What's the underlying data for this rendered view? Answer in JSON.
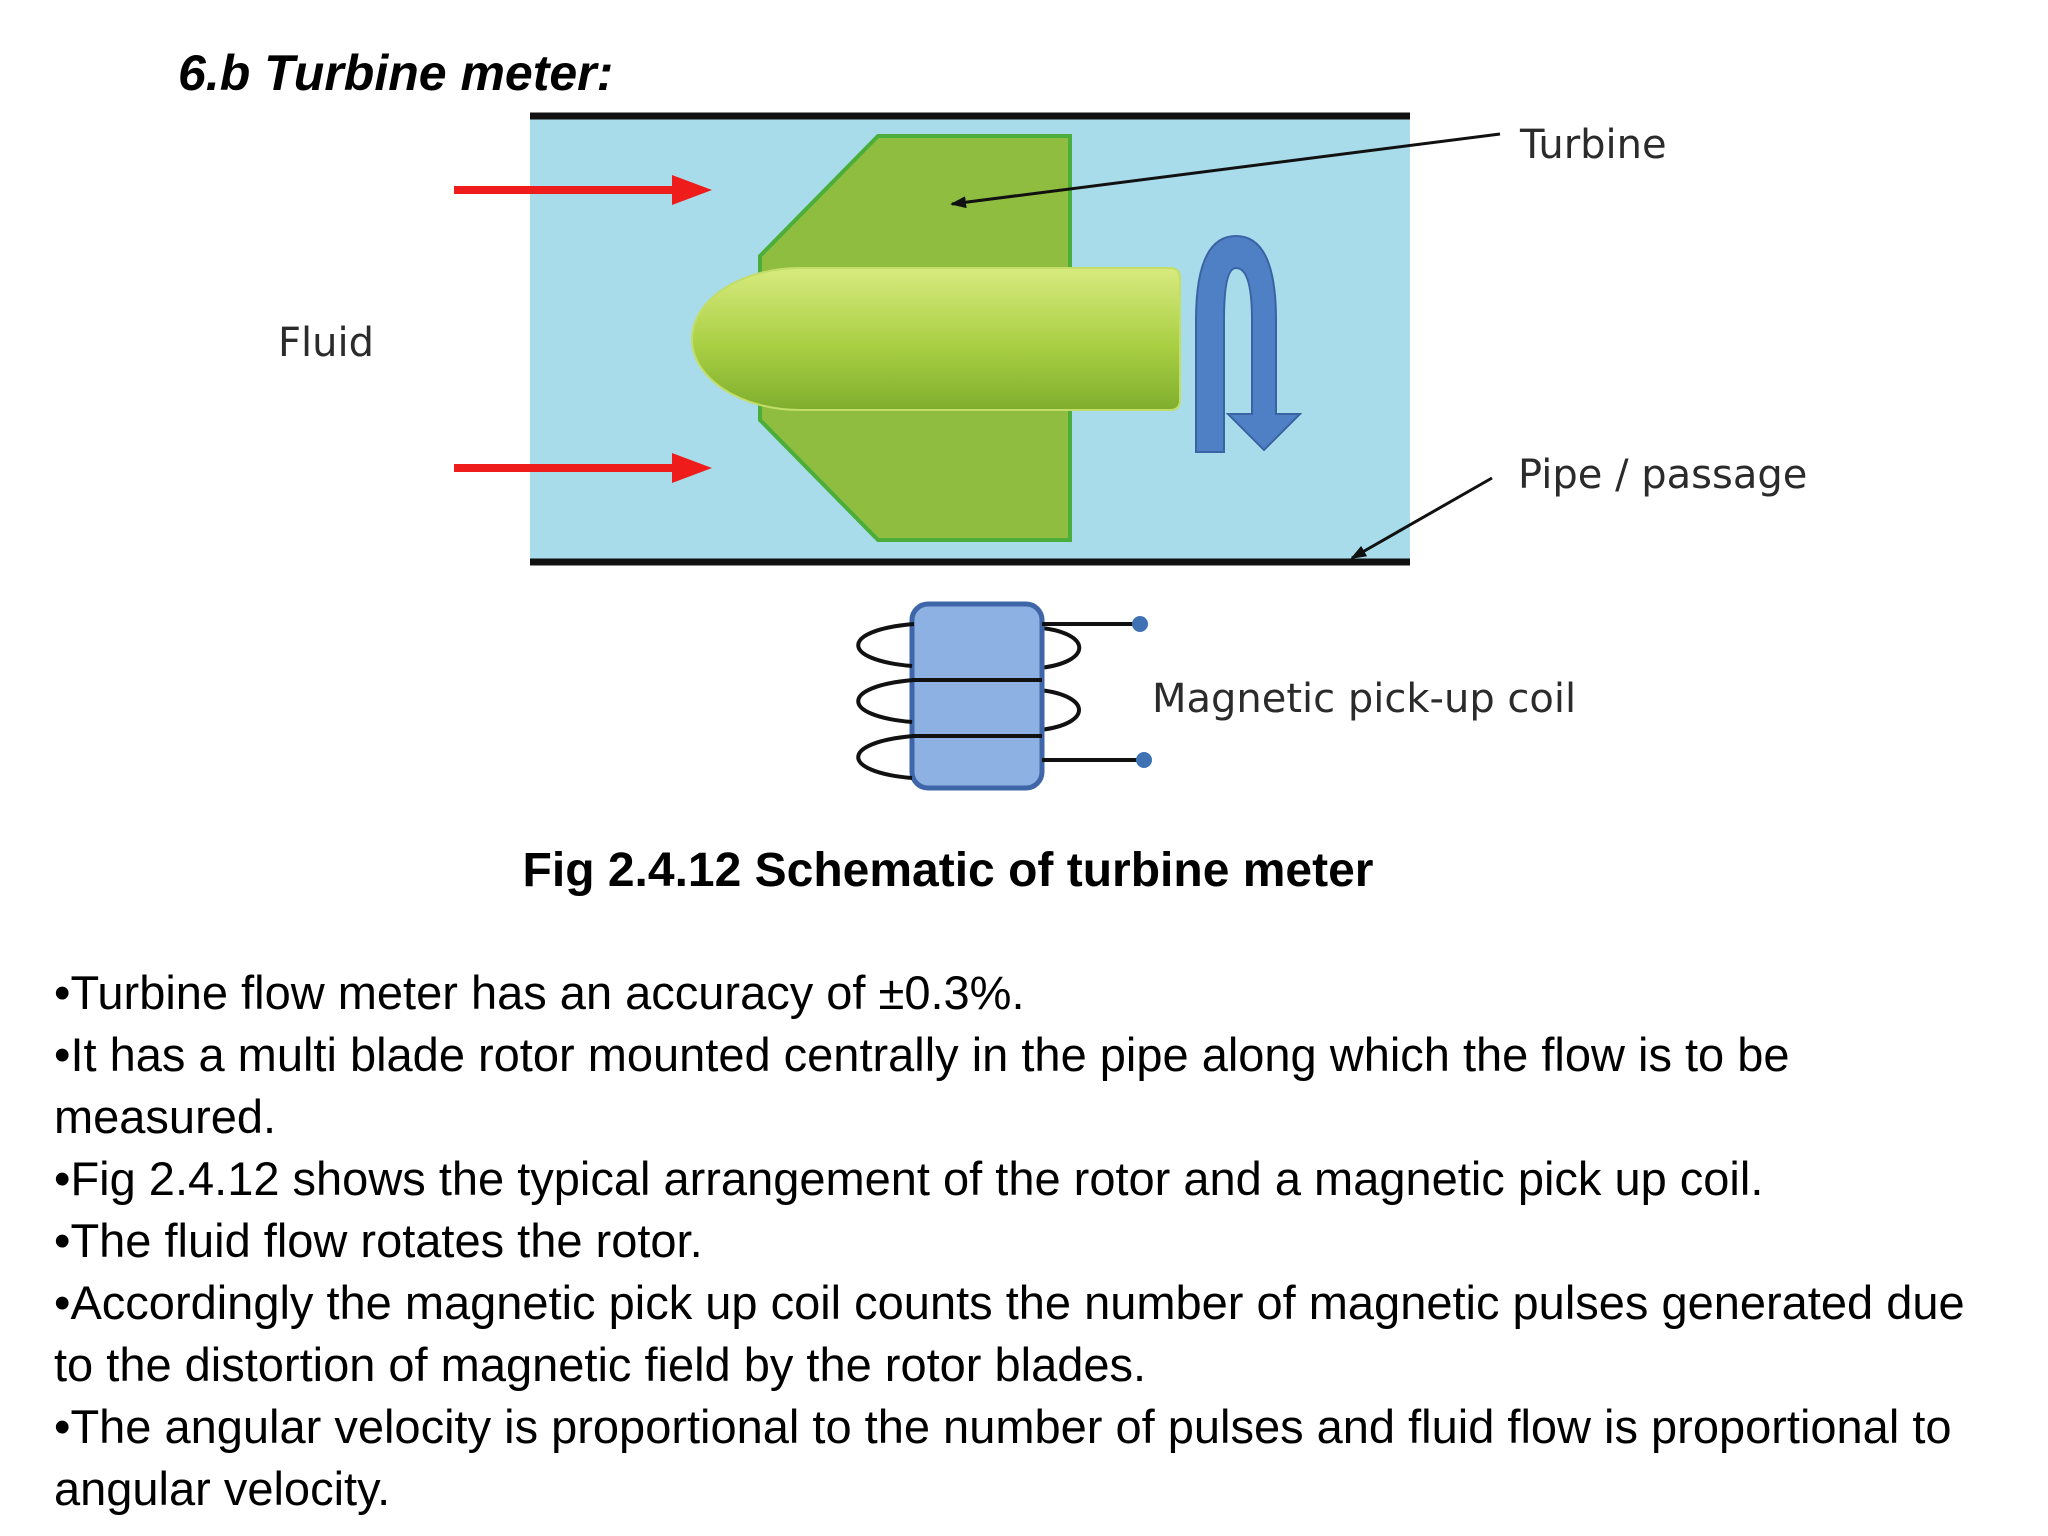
{
  "slide": {
    "title": "6.b Turbine meter:",
    "caption": "Fig 2.4.12 Schematic of turbine meter"
  },
  "diagram": {
    "labels": {
      "fluid": "Fluid",
      "turbine": "Turbine",
      "pipe": "Pipe / passage",
      "coil": "Magnetic pick-up coil"
    },
    "colors": {
      "fluid_background": "#a8dcea",
      "turbine_fill": "#8fbd3f",
      "turbine_outline": "#4cae3a",
      "flow_arrow": "#ef1c1c",
      "rotation_arrow": "#4f7fc4",
      "coil_fill": "#8eb1e4",
      "coil_outline": "#3f66a8",
      "pipe_wall": "#111111"
    }
  },
  "bullets": [
    "•Turbine flow meter has an accuracy of ±0.3%.",
    "•It has a multi blade rotor mounted centrally in the pipe along which the flow is to be measured.",
    "•Fig 2.4.12 shows the typical arrangement of the rotor and a magnetic pick up coil.",
    "•The fluid flow rotates the rotor.",
    "•Accordingly the magnetic pick up coil counts the number of magnetic pulses generated due to the distortion of magnetic field by the rotor blades.",
    "•The angular velocity is proportional to the number of pulses and fluid flow is proportional to angular velocity."
  ]
}
